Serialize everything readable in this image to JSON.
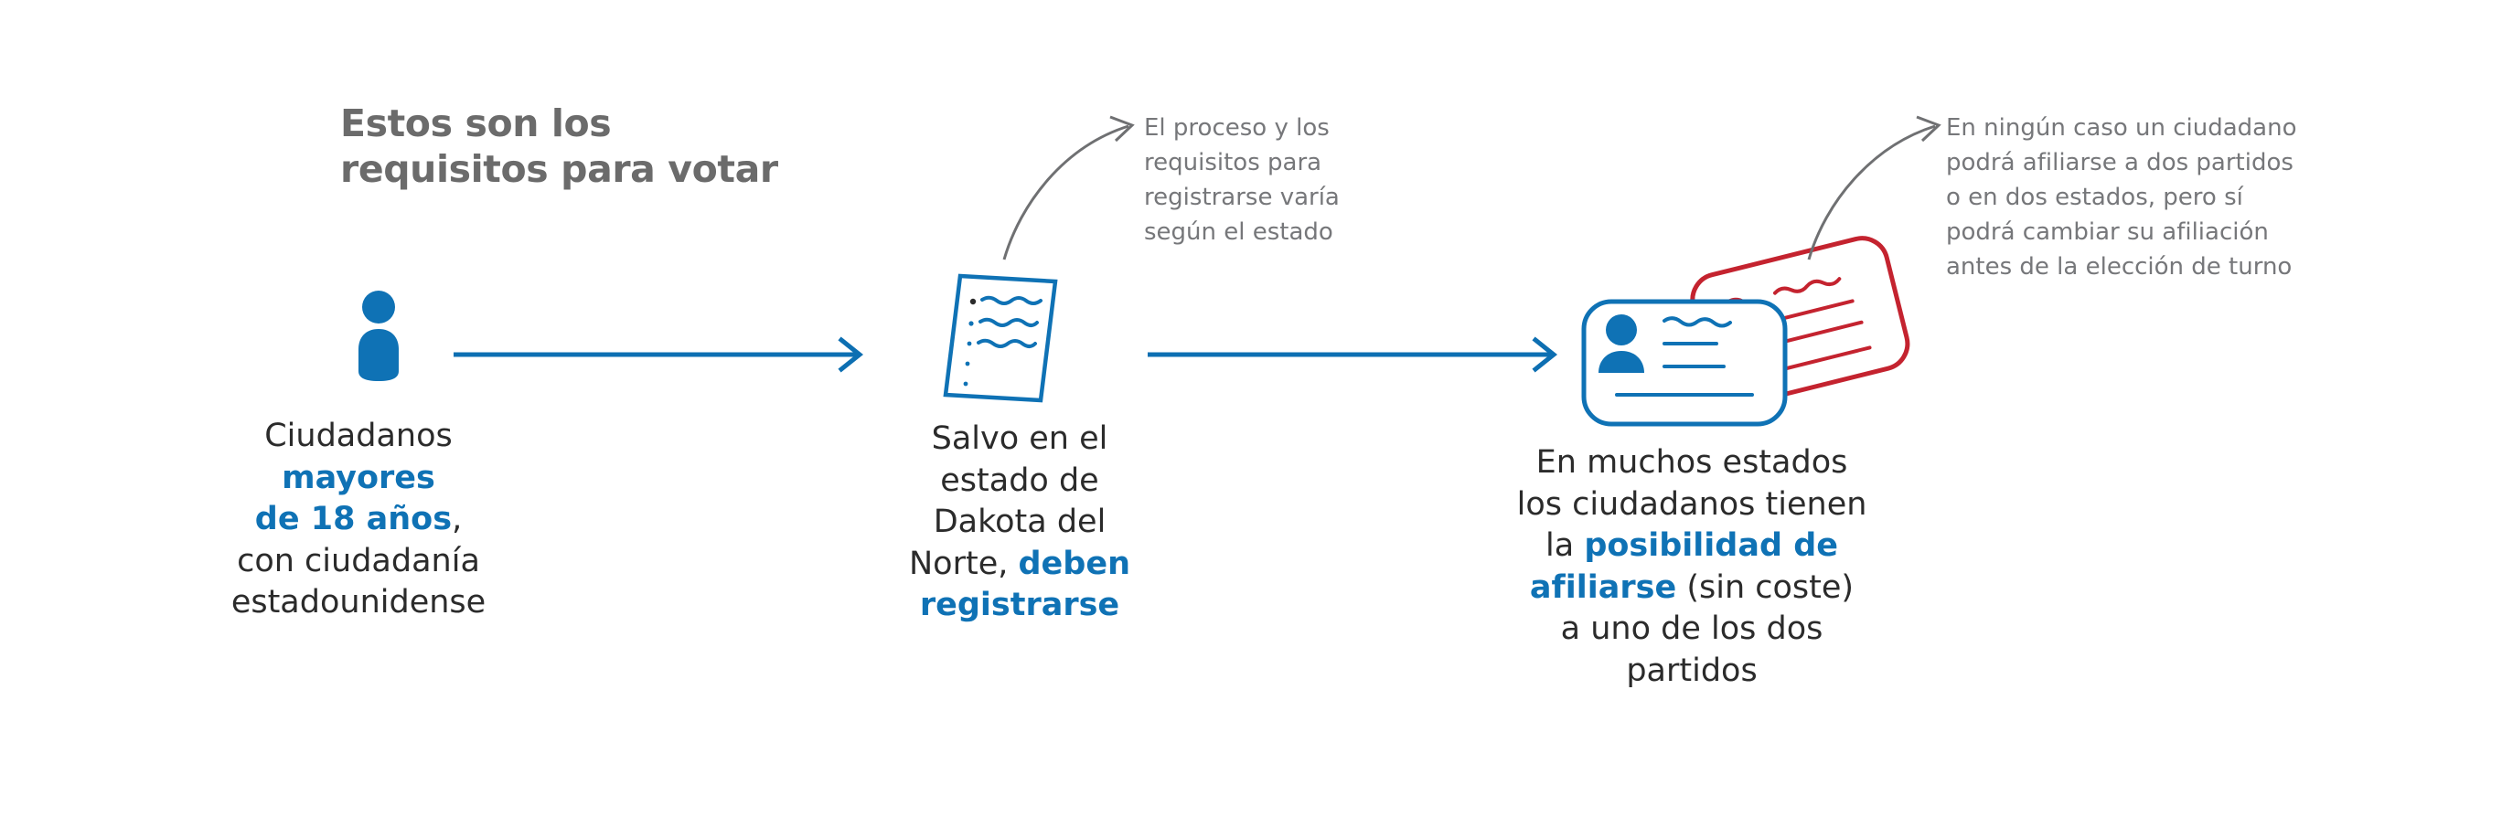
{
  "palette": {
    "brand_blue": "#0f72b5",
    "brand_red": "#c4232f",
    "title_gray": "#6b6b6b",
    "caption_dark": "#2b2b2b",
    "annotation_gray": "#76777a",
    "background": "#ffffff"
  },
  "headline": {
    "text": "Estos son los\nrequisitos para votar"
  },
  "steps": [
    {
      "id": "step-citizens",
      "icon": "person-icon",
      "caption_parts": [
        {
          "text": "Ciudadanos\n",
          "bold": false
        },
        {
          "text": "mayores\nde 18 años",
          "bold": true
        },
        {
          "text": ",\ncon ciudadanía\nestadounidense",
          "bold": false
        }
      ],
      "caption_plain": "Ciudadanos mayores de 18 años, con ciudadanía estadounidense"
    },
    {
      "id": "step-register",
      "icon": "registration-form-icon",
      "caption_parts": [
        {
          "text": "Salvo en el\nestado de\nDakota del\nNorte, ",
          "bold": false
        },
        {
          "text": "deben\nregistrarse",
          "bold": true
        }
      ],
      "caption_plain": "Salvo en el estado de Dakota del Norte, deben registrarse"
    },
    {
      "id": "step-affiliate",
      "icon": "id-cards-icon",
      "caption_parts": [
        {
          "text": "En muchos estados\nlos ciudadanos tienen\nla ",
          "bold": false
        },
        {
          "text": "posibilidad de\nafiliarse",
          "bold": true
        },
        {
          "text": " (sin coste)\na uno de los dos\npartidos",
          "bold": false
        }
      ],
      "caption_plain": "En muchos estados los ciudadanos tienen la posibilidad de afiliarse (sin coste) a uno de los dos partidos"
    }
  ],
  "annotations": [
    {
      "id": "annotation-registration",
      "text": "El proceso y los\nrequisitos para\nregistrarse varía\nsegún el estado"
    },
    {
      "id": "annotation-affiliation",
      "text": "En ningún caso un ciudadano\npodrá afiliarse a dos partidos\no en dos estados, pero sí\npodrá cambiar su afiliación\nantes de la elección de turno"
    }
  ],
  "flow_arrows": [
    {
      "id": "flow-arrow-1",
      "from": "step-citizens",
      "to": "step-register"
    },
    {
      "id": "flow-arrow-2",
      "from": "step-register",
      "to": "step-affiliate"
    }
  ]
}
